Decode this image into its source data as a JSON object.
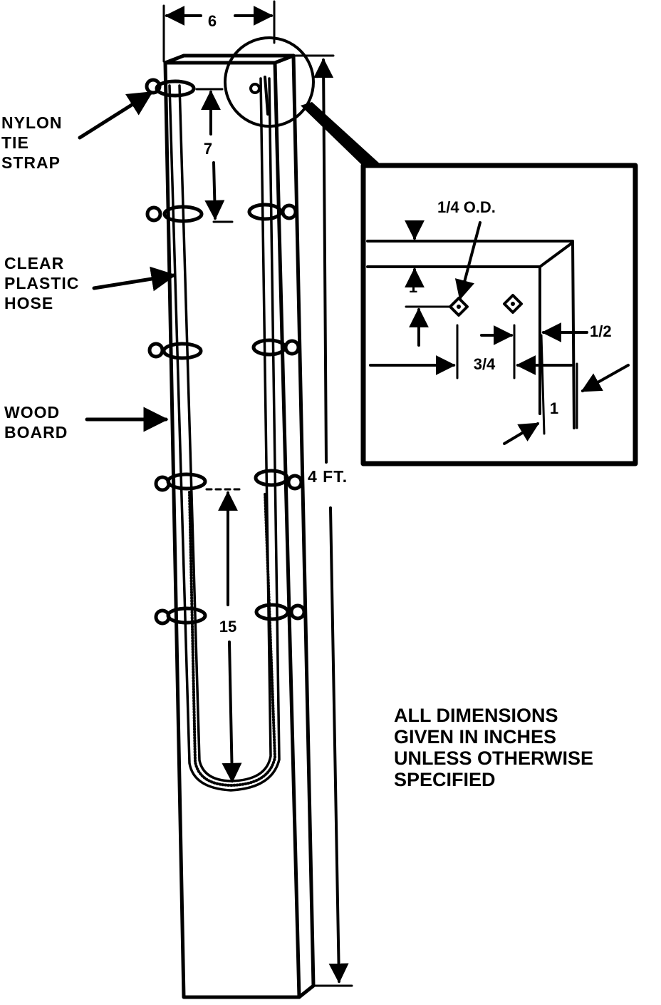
{
  "labels": {
    "nylon_line1": "NYLON",
    "nylon_line2": "TIE",
    "nylon_line3": "STRAP",
    "hose_line1": "CLEAR",
    "hose_line2": "PLASTIC",
    "hose_line3": "HOSE",
    "wood_line1": "WOOD",
    "wood_line2": "BOARD"
  },
  "dimensions": {
    "board_width": "6",
    "strap_spacing": "7",
    "u_tube_height": "15",
    "board_length": "4 FT."
  },
  "detail": {
    "hole_od": "1/4  O.D.",
    "hole_from_top": "1",
    "hole_spacing": "3/4",
    "hole_from_edge": "1/2",
    "board_thickness": "1"
  },
  "note": {
    "line1": "ALL DIMENSIONS",
    "line2": "GIVEN IN INCHES",
    "line3": "UNLESS OTHERWISE",
    "line4": "SPECIFIED"
  }
}
